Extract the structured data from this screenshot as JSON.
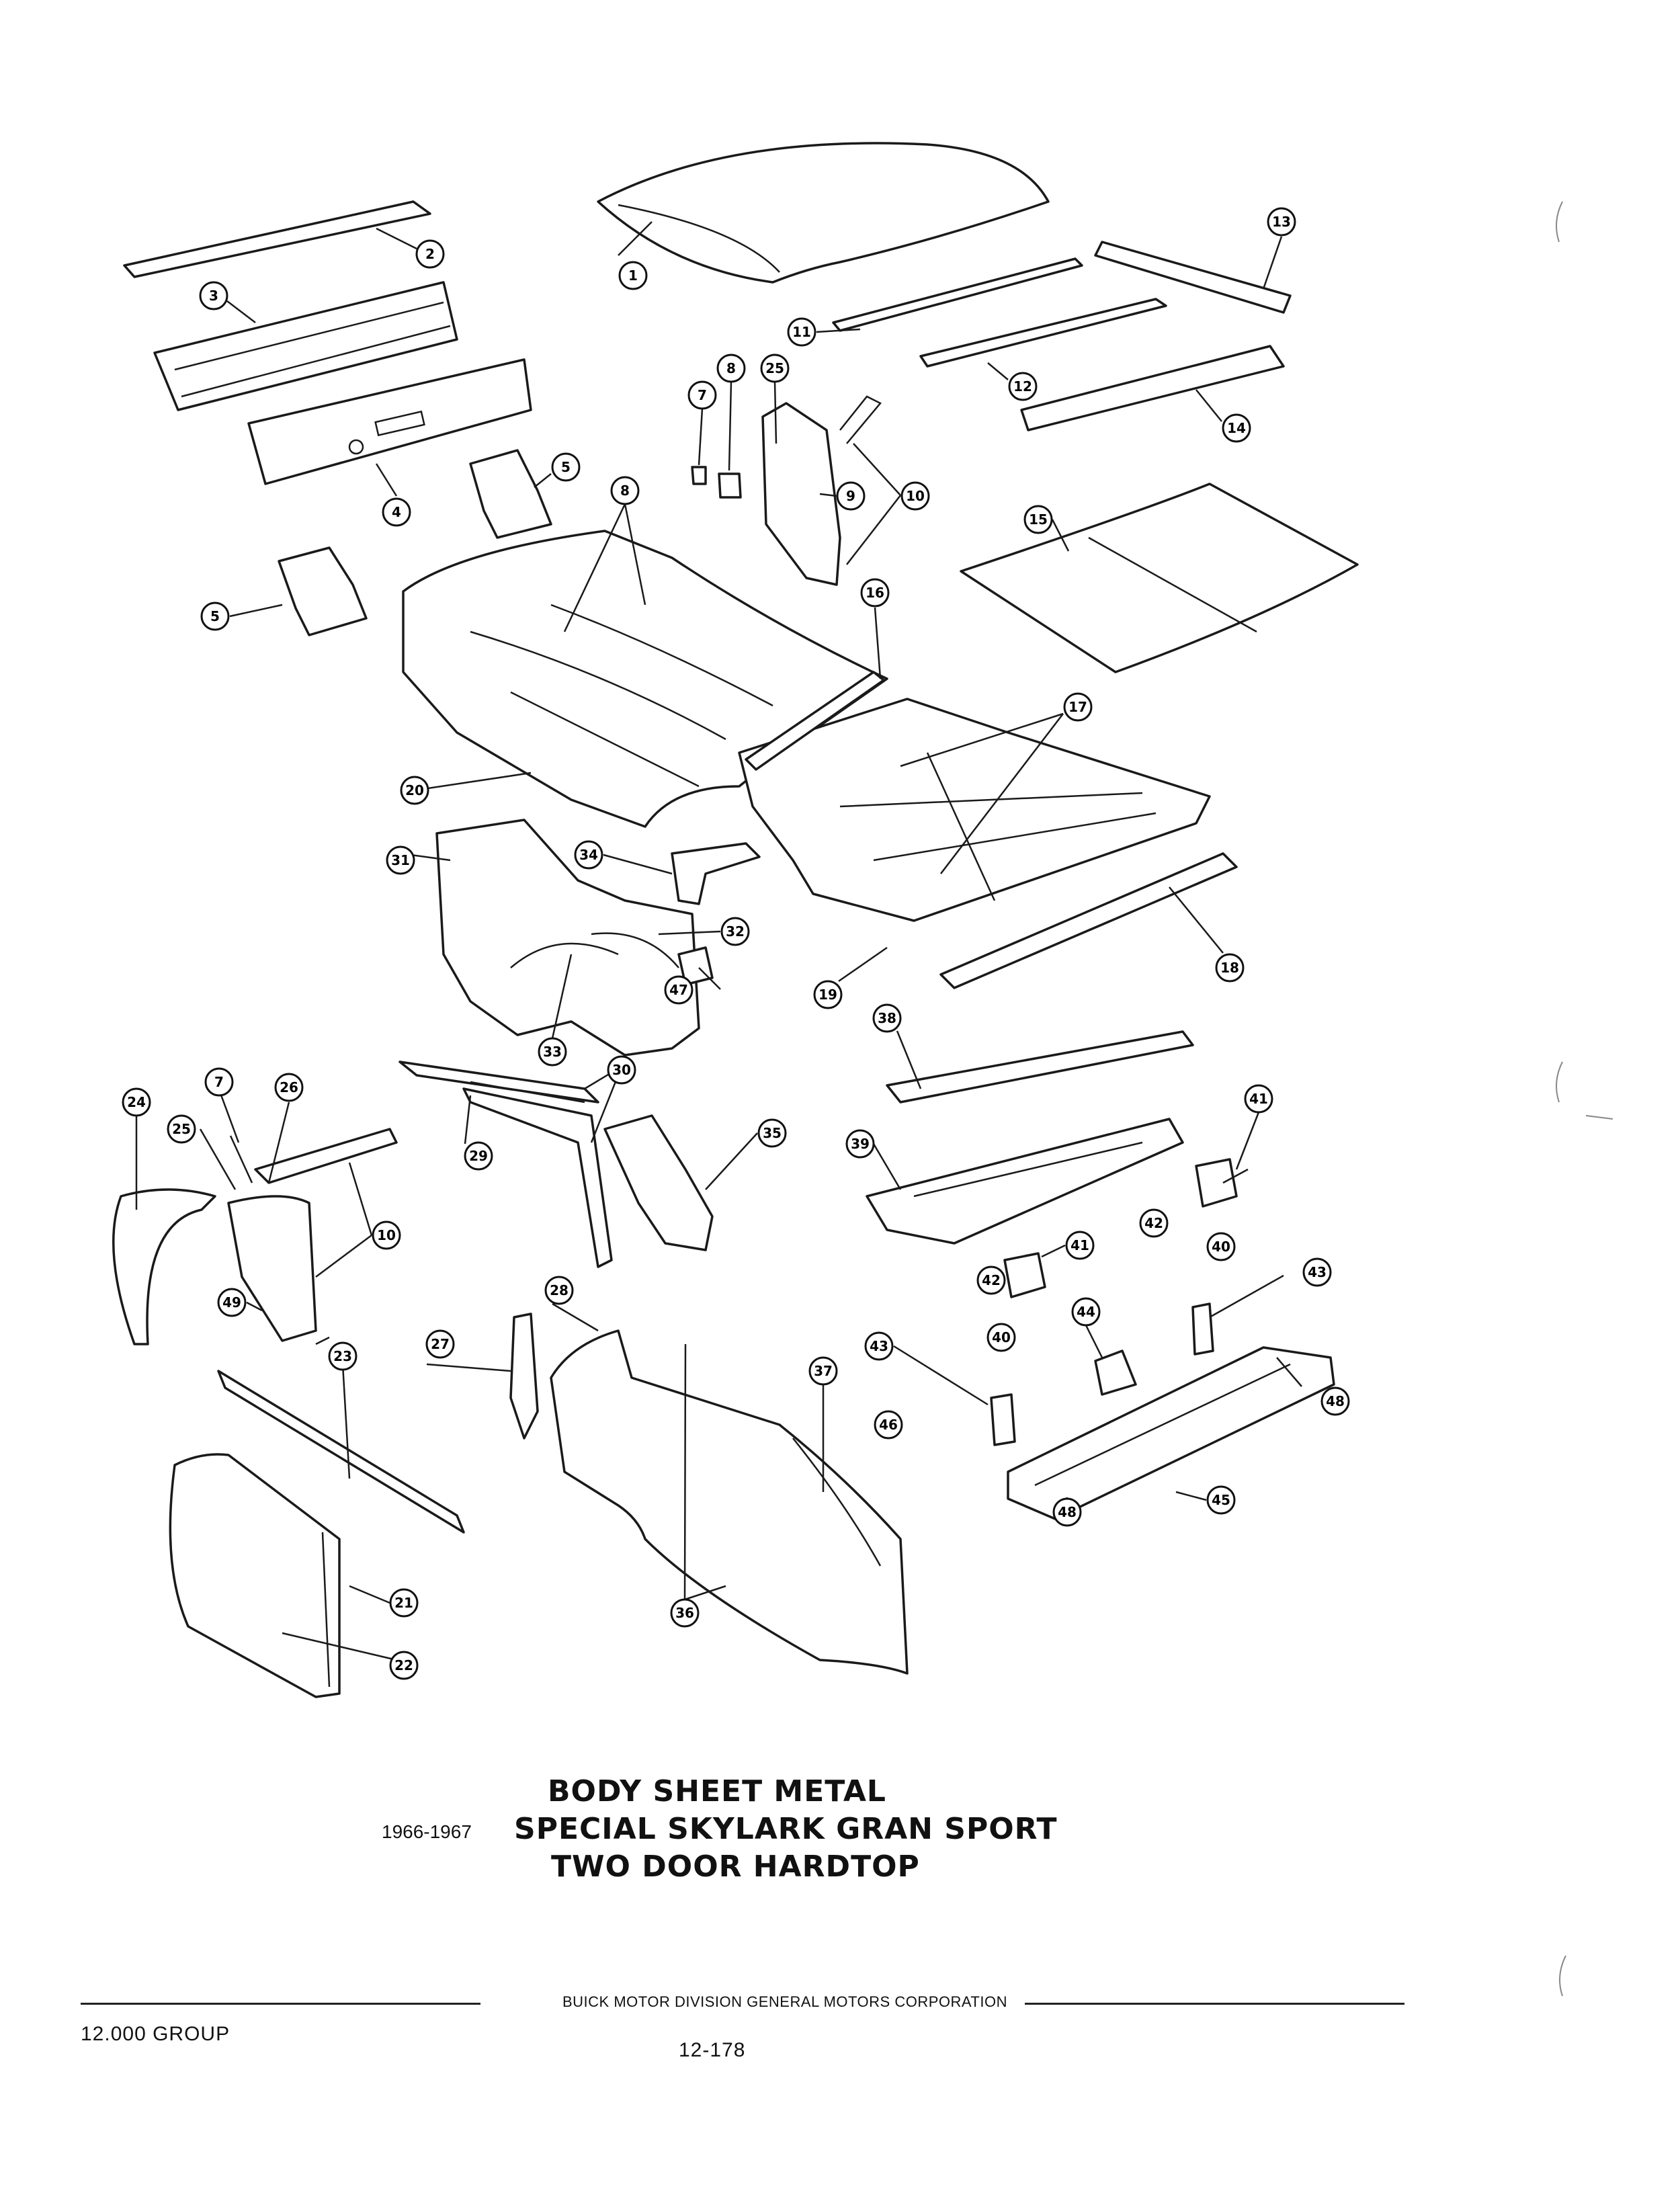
{
  "title": {
    "line1": "BODY SHEET METAL",
    "years": "1966-1967",
    "line2": "SPECIAL SKYLARK GRAN SPORT",
    "line3": "TWO DOOR HARDTOP"
  },
  "footer": {
    "manufacturer": "BUICK MOTOR DIVISION GENERAL MOTORS CORPORATION",
    "group": "12.000 GROUP",
    "page": "12-178"
  },
  "callouts": [
    "1",
    "2",
    "3",
    "4",
    "5",
    "5",
    "7",
    "7",
    "8",
    "8",
    "9",
    "10",
    "10",
    "11",
    "12",
    "13",
    "14",
    "15",
    "16",
    "17",
    "18",
    "19",
    "20",
    "21",
    "22",
    "23",
    "24",
    "25",
    "25",
    "26",
    "27",
    "28",
    "29",
    "30",
    "31",
    "32",
    "33",
    "34",
    "35",
    "36",
    "37",
    "38",
    "39",
    "40",
    "40",
    "41",
    "41",
    "42",
    "42",
    "43",
    "43",
    "44",
    "45",
    "46",
    "47",
    "48",
    "48",
    "49"
  ],
  "colors": {
    "ink": "#1a1a1a",
    "paper": "#ffffff"
  }
}
